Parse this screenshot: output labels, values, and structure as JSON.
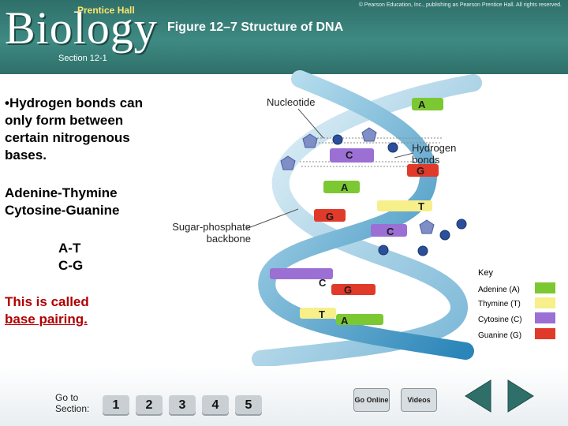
{
  "header": {
    "logo_text": "Biology",
    "publisher": "Prentice Hall",
    "copyright": "© Pearson Education, Inc., publishing as Pearson Prentice Hall. All rights reserved.",
    "figure_title": "Figure 12–7 Structure of DNA",
    "section": "Section 12-1"
  },
  "body": {
    "bullet": "•Hydrogen bonds can only form between certain nitrogenous bases.",
    "pair_1": "Adenine-Thymine",
    "pair_2": "Cytosine-Guanine",
    "abbr_1": "A-T",
    "abbr_2": "C-G",
    "pairing_prefix": "This is called ",
    "pairing_link": "base pairing."
  },
  "diagram": {
    "label_nucleotide": "Nucleotide",
    "label_hbonds_1": "Hydrogen",
    "label_hbonds_2": "bonds",
    "label_backbone_1": "Sugar-phosphate",
    "label_backbone_2": "backbone",
    "bases": [
      "A",
      "C",
      "G",
      "A",
      "T",
      "G",
      "C",
      "C",
      "G",
      "T",
      "A"
    ],
    "key": {
      "title": "Key",
      "items": [
        {
          "label": "Adenine (A)",
          "color": "#7cc832"
        },
        {
          "label": "Thymine (T)",
          "color": "#f6ef8a"
        },
        {
          "label": "Cytosine (C)",
          "color": "#9b6fd3"
        },
        {
          "label": "Guanine (G)",
          "color": "#e03a2a"
        }
      ]
    }
  },
  "footer": {
    "goto_1": "Go to",
    "goto_2": "Section:",
    "sections": [
      "1",
      "2",
      "3",
      "4",
      "5"
    ],
    "go_online": "Go Online",
    "videos": "Videos"
  }
}
